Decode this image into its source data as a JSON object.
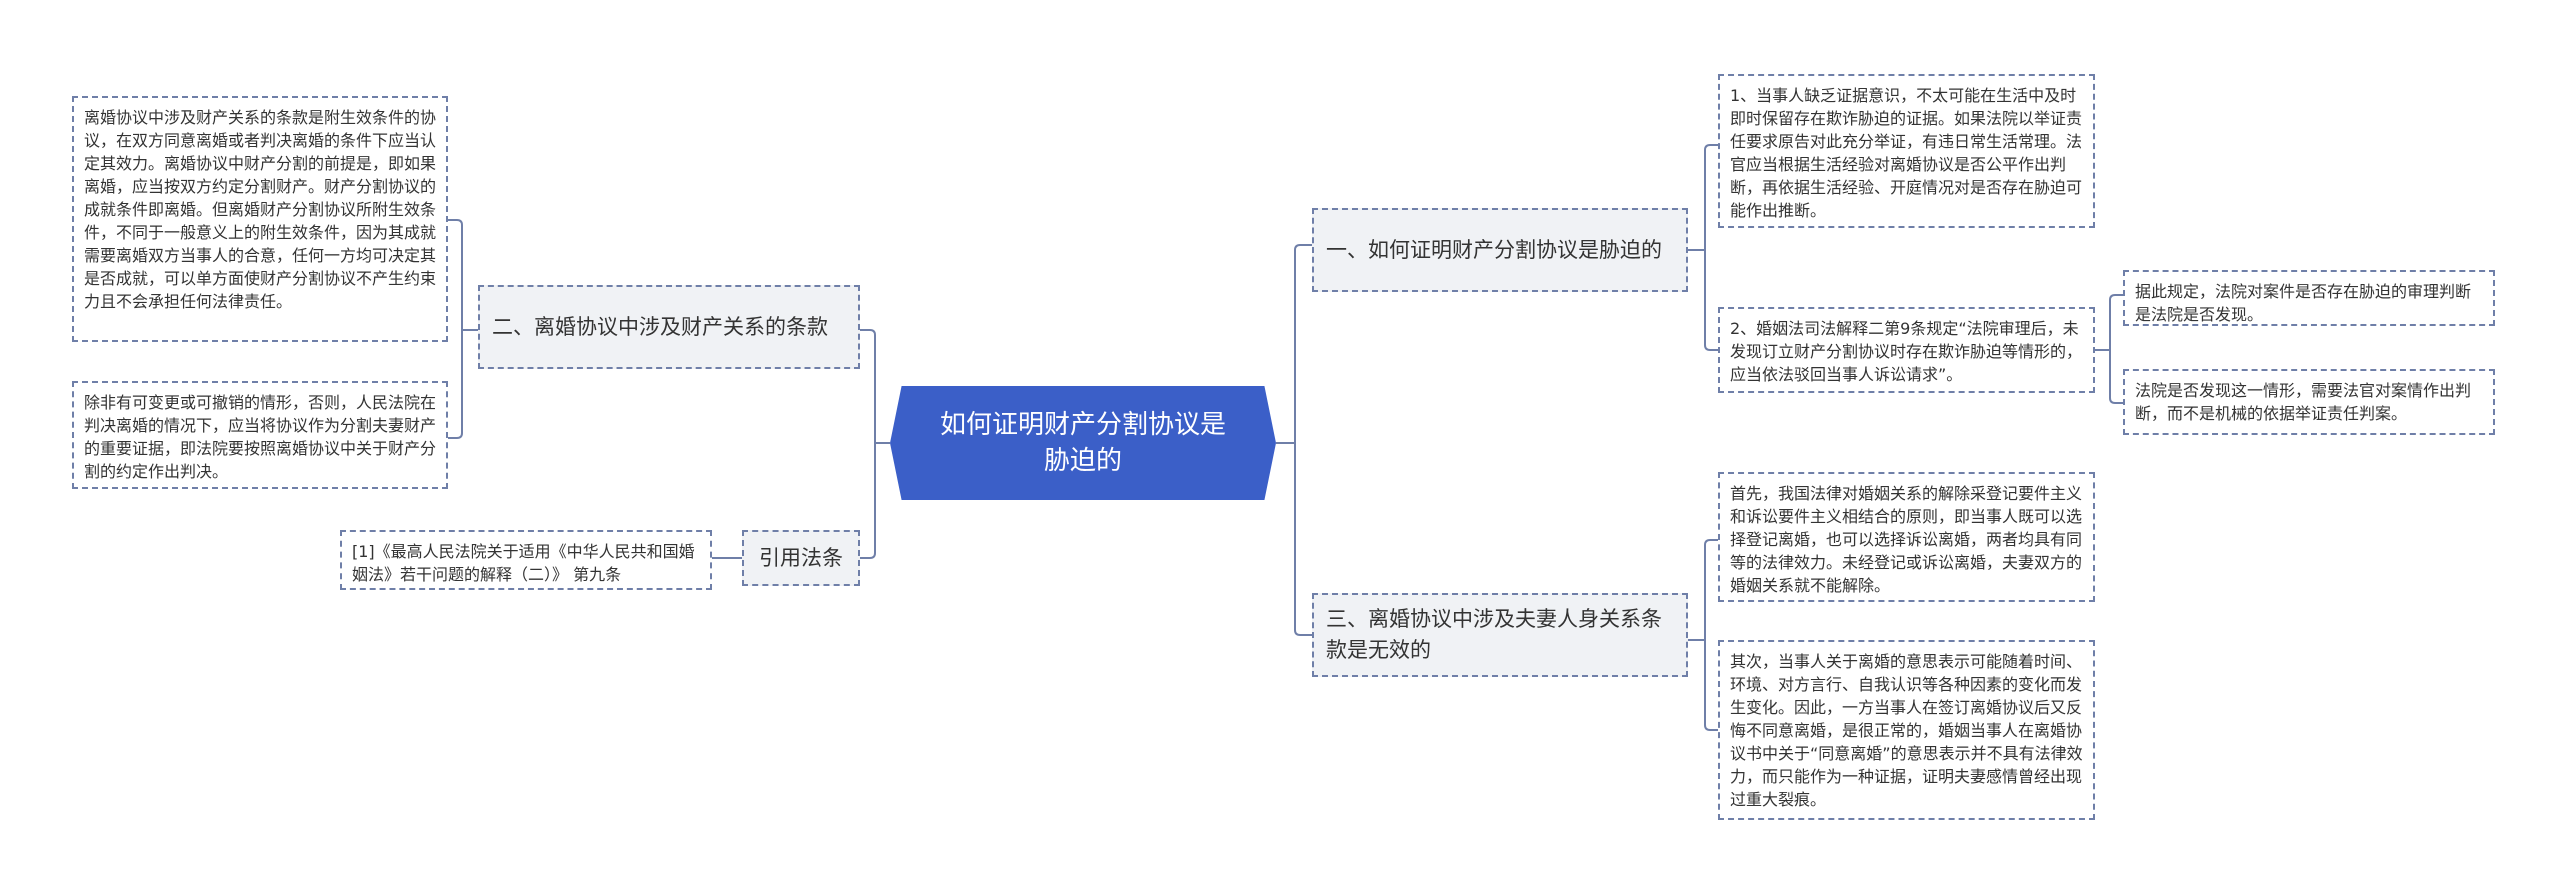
{
  "root": {
    "label": "如何证明财产分割协议是胁迫的"
  },
  "branches": {
    "b1": {
      "label": "一、如何证明财产分割协议是胁迫的",
      "leaves": [
        "1、当事人缺乏证据意识，不太可能在生活中及时即时保留存在欺诈胁迫的证据。如果法院以举证责任要求原告对此充分举证，有违日常生活常理。法官应当根据生活经验对离婚协议是否公平作出判断，再依据生活经验、开庭情况对是否存在胁迫可能作出推断。",
        "2、婚姻法司法解释二第9条规定“法院审理后，未发现订立财产分割协议时存在欺诈胁迫等情形的，应当依法驳回当事人诉讼请求”。"
      ],
      "subleaves": [
        "据此规定，法院对案件是否存在胁迫的审理判断是法院是否发现。",
        "法院是否发现这一情形，需要法官对案情作出判断，而不是机械的依据举证责任判案。"
      ]
    },
    "b2": {
      "label": "二、离婚协议中涉及财产关系的条款",
      "leaves": [
        "离婚协议中涉及财产关系的条款是附生效条件的协议，在双方同意离婚或者判决离婚的条件下应当认定其效力。离婚协议中财产分割的前提是，即如果离婚，应当按双方约定分割财产。财产分割协议的成就条件即离婚。但离婚财产分割协议所附生效条件，不同于一般意义上的附生效条件，因为其成就需要离婚双方当事人的合意，任何一方均可决定其是否成就，可以单方面使财产分割协议不产生约束力且不会承担任何法律责任。",
        "除非有可变更或可撤销的情形，否则，人民法院在判决离婚的情况下，应当将协议作为分割夫妻财产的重要证据，即法院要按照离婚协议中关于财产分割的约定作出判决。"
      ]
    },
    "b3": {
      "label": "三、离婚协议中涉及夫妻人身关系条款是无效的",
      "leaves": [
        "首先，我国法律对婚姻关系的解除采登记要件主义和诉讼要件主义相结合的原则，即当事人既可以选择登记离婚，也可以选择诉讼离婚，两者均具有同等的法律效力。未经登记或诉讼离婚，夫妻双方的婚姻关系就不能解除。",
        "其次，当事人关于离婚的意思表示可能随着时间、环境、对方言行、自我认识等各种因素的变化而发生变化。因此，一方当事人在签订离婚协议后又反悔不同意离婚，是很正常的，婚姻当事人在离婚协议书中关于“同意离婚”的意思表示并不具有法律效力，而只能作为一种证据，证明夫妻感情曾经出现过重大裂痕。"
      ]
    },
    "b4": {
      "label": "引用法条",
      "leaves": [
        "[1]《最高人民法院关于适用《中华人民共和国婚姻法》若干问题的解释（二）》 第九条"
      ]
    }
  },
  "colors": {
    "root_fill": "#3b5fc8",
    "line": "#6f7fa8",
    "branch_fill": "#f0f2f5"
  }
}
